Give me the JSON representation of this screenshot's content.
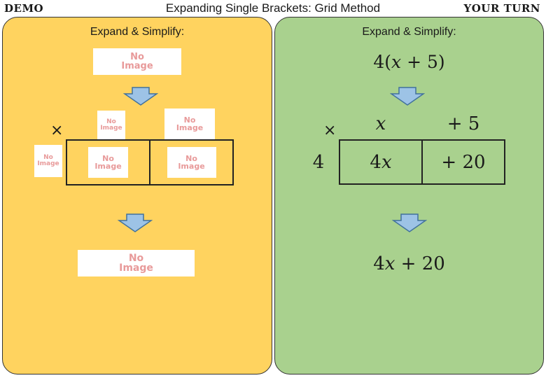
{
  "header": {
    "left_tag": "DEMO",
    "title": "Expanding Single Brackets: Grid Method",
    "right_tag": "YOUR TURN"
  },
  "colors": {
    "demo_panel": "#ffd35f",
    "your_turn_panel": "#a9d18e",
    "arrow": "#9dc3e6"
  },
  "icons": {
    "arrow": "down-arrow-icon",
    "multiply": "multiply-icon"
  },
  "demo": {
    "instruction": "Expand & Simplify:",
    "times": "×",
    "placeholder_line1": "No",
    "placeholder_line2": "Image"
  },
  "your_turn": {
    "instruction": "Expand & Simplify:",
    "question": {
      "coef": "4(",
      "var": "x",
      "rest": " + 5)"
    },
    "times": "×",
    "col_header_1": "x",
    "col_header_2": "+ 5",
    "row_header": "4",
    "cell_1": {
      "coef": "4",
      "var": "x"
    },
    "cell_2": "+ 20",
    "answer": {
      "coef": "4",
      "var": "x",
      "rest": " + 20"
    }
  }
}
